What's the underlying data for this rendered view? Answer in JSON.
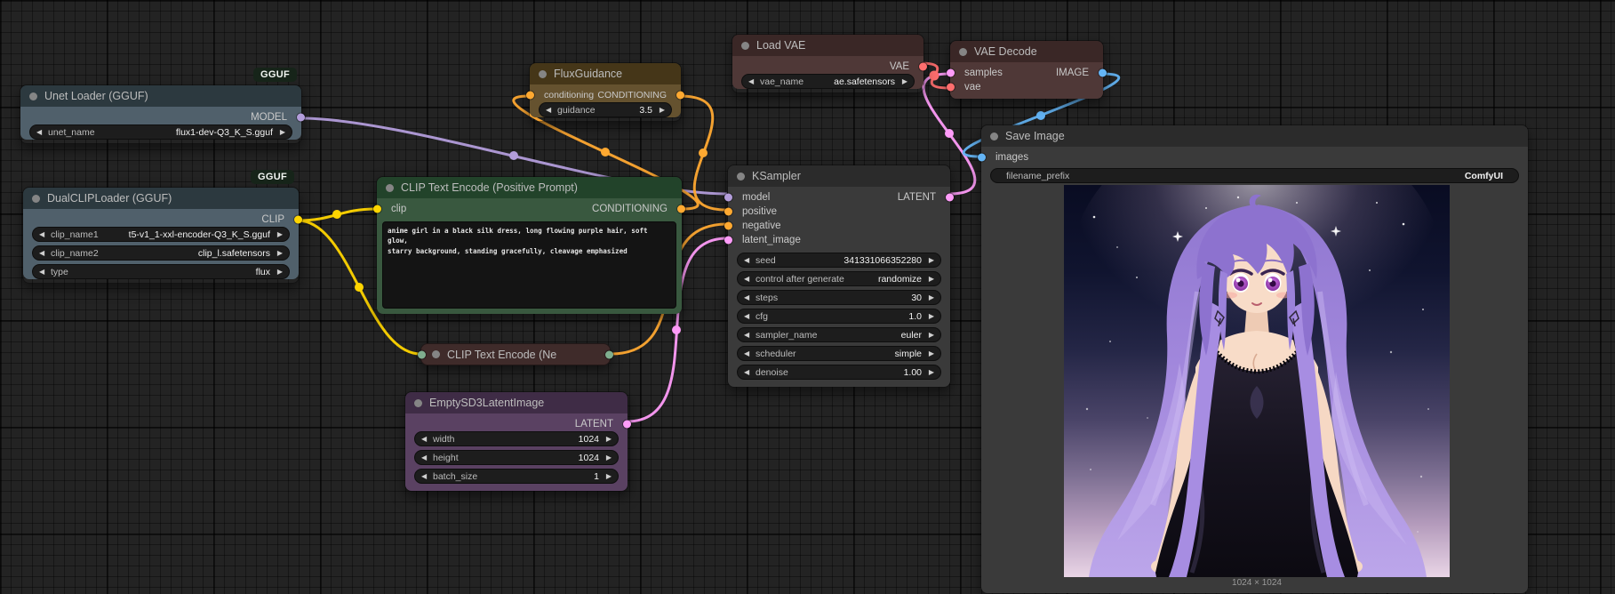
{
  "colors": {
    "model": "#b39ddb",
    "clip": "#ffd500",
    "conditioning": "#ffa931",
    "latent": "#ff9cf9",
    "vae": "#ff6e6e",
    "image": "#64b5f6"
  },
  "nodes": {
    "unet_loader": {
      "title": "Unet Loader (GGUF)",
      "badge": "GGUF",
      "outputs": [
        {
          "name": "MODEL"
        }
      ],
      "widgets": [
        {
          "label": "unet_name",
          "value": "flux1-dev-Q3_K_S.gguf"
        }
      ]
    },
    "dual_clip_loader": {
      "title": "DualCLIPLoader (GGUF)",
      "badge": "GGUF",
      "outputs": [
        {
          "name": "CLIP"
        }
      ],
      "widgets": [
        {
          "label": "clip_name1",
          "value": "t5-v1_1-xxl-encoder-Q3_K_S.gguf"
        },
        {
          "label": "clip_name2",
          "value": "clip_l.safetensors"
        },
        {
          "label": "type",
          "value": "flux"
        }
      ]
    },
    "clip_text_encode_positive": {
      "title": "CLIP Text Encode (Positive Prompt)",
      "inputs": [
        {
          "name": "clip"
        }
      ],
      "outputs": [
        {
          "name": "CONDITIONING"
        }
      ],
      "prompt": "anime girl in a black silk dress, long flowing purple hair, soft glow,\nstarry background, standing gracefully, cleavage emphasized"
    },
    "clip_text_encode_negative": {
      "title": "CLIP Text Encode (Ne"
    },
    "flux_guidance": {
      "title": "FluxGuidance",
      "inputs": [
        {
          "name": "conditioning"
        }
      ],
      "outputs": [
        {
          "name": "CONDITIONING"
        }
      ],
      "widgets": [
        {
          "label": "guidance",
          "value": "3.5"
        }
      ]
    },
    "load_vae": {
      "title": "Load VAE",
      "outputs": [
        {
          "name": "VAE"
        }
      ],
      "widgets": [
        {
          "label": "vae_name",
          "value": "ae.safetensors"
        }
      ]
    },
    "vae_decode": {
      "title": "VAE Decode",
      "inputs": [
        {
          "name": "samples"
        },
        {
          "name": "vae"
        }
      ],
      "outputs": [
        {
          "name": "IMAGE"
        }
      ]
    },
    "ksampler": {
      "title": "KSampler",
      "inputs": [
        {
          "name": "model"
        },
        {
          "name": "positive"
        },
        {
          "name": "negative"
        },
        {
          "name": "latent_image"
        }
      ],
      "outputs": [
        {
          "name": "LATENT"
        }
      ],
      "widgets": [
        {
          "label": "seed",
          "value": "341331066352280"
        },
        {
          "label": "control after generate",
          "value": "randomize"
        },
        {
          "label": "steps",
          "value": "30"
        },
        {
          "label": "cfg",
          "value": "1.0"
        },
        {
          "label": "sampler_name",
          "value": "euler"
        },
        {
          "label": "scheduler",
          "value": "simple"
        },
        {
          "label": "denoise",
          "value": "1.00"
        }
      ]
    },
    "empty_sd3_latent": {
      "title": "EmptySD3LatentImage",
      "outputs": [
        {
          "name": "LATENT"
        }
      ],
      "widgets": [
        {
          "label": "width",
          "value": "1024"
        },
        {
          "label": "height",
          "value": "1024"
        },
        {
          "label": "batch_size",
          "value": "1"
        }
      ]
    },
    "save_image": {
      "title": "Save Image",
      "inputs": [
        {
          "name": "images"
        }
      ],
      "widgets": [
        {
          "label": "filename_prefix",
          "value": "ComfyUI"
        }
      ],
      "image_caption": "1024 × 1024"
    }
  }
}
